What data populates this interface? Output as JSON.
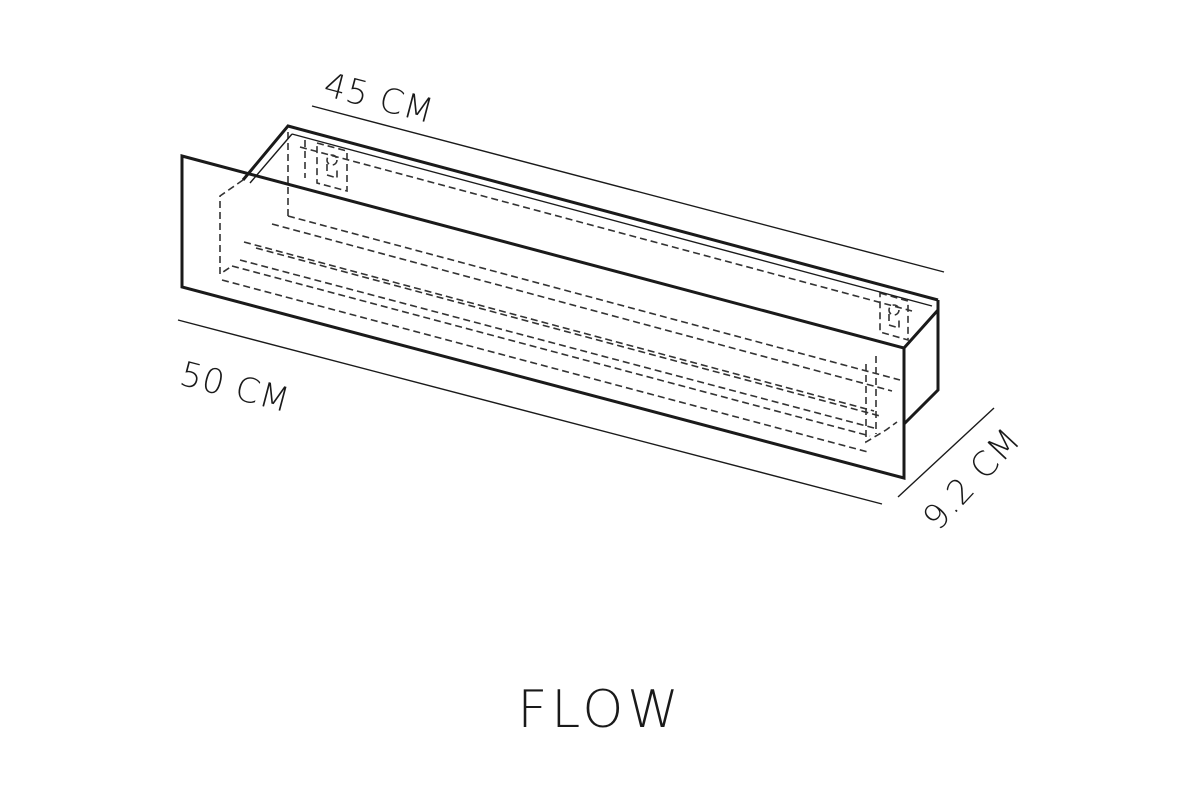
{
  "diagram": {
    "product_name": "FLOW",
    "dimensions": {
      "depth_label": "45 CM",
      "width_label": "50 CM",
      "height_label": "9.2 CM"
    },
    "colors": {
      "line": "#1a1a1a",
      "background": "#ffffff"
    }
  }
}
